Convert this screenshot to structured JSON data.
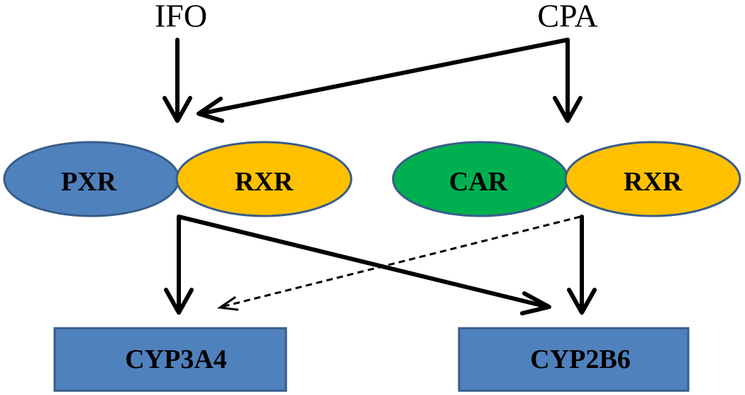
{
  "drugs": {
    "ifo": "IFO",
    "cpa": "CPA"
  },
  "receptors": {
    "pxr": "PXR",
    "rxr_left": "RXR",
    "car": "CAR",
    "rxr_right": "RXR"
  },
  "genes": {
    "cyp3a4": "CYP3A4",
    "cyp2b6": "CYP2B6"
  },
  "colors": {
    "pxr": "#4F81BD",
    "rxr": "#FFC000",
    "car": "#00B050",
    "gene_box": "#4F81BD",
    "outline": "#385D8A"
  }
}
